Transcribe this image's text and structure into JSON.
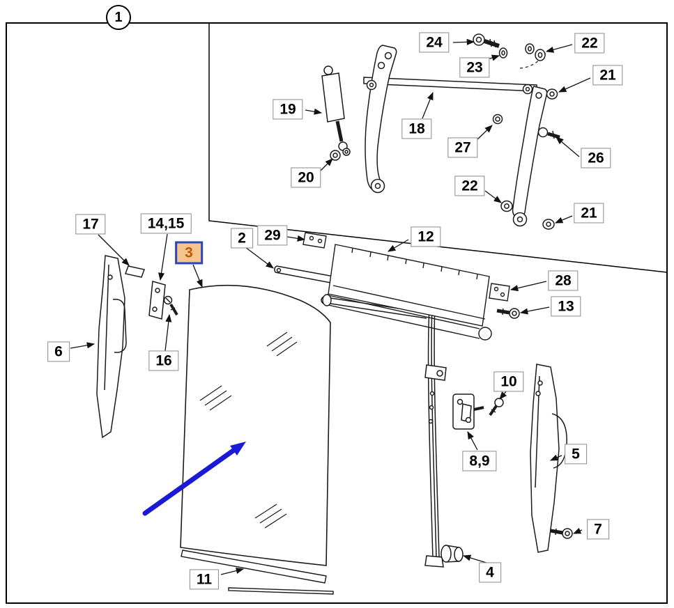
{
  "diagram": {
    "type": "exploded-parts-diagram",
    "subject": "door-glass-and-frame-assembly",
    "assembly_ref": "1",
    "highlighted_part": "3",
    "colors": {
      "line": "#1a1a1a",
      "label_bg": "#ffffff",
      "highlight_bg": "#f6c48f",
      "highlight_border": "#2d46c0",
      "highlight_text": "#c05a00",
      "arrow": "#1a1ad6"
    }
  },
  "labels": {
    "ref1": "1",
    "p2": "2",
    "p3": "3",
    "p4": "4",
    "p5": "5",
    "p6": "6",
    "p7": "7",
    "p8_9": "8,9",
    "p10": "10",
    "p11": "11",
    "p12": "12",
    "p13": "13",
    "p14_15": "14,15",
    "p16": "16",
    "p17": "17",
    "p18": "18",
    "p19": "19",
    "p20": "20",
    "p21_top": "21",
    "p21_bottom": "21",
    "p22_top": "22",
    "p22_bottom": "22",
    "p23": "23",
    "p24": "24",
    "p26": "26",
    "p27": "27",
    "p28": "28",
    "p29": "29"
  }
}
